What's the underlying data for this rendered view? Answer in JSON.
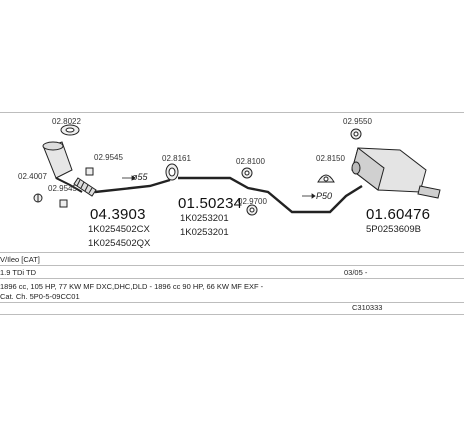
{
  "parts": {
    "p1": {
      "ref": "02.8022"
    },
    "p2": {
      "ref": "02.4007"
    },
    "p3": {
      "ref": "02.9545"
    },
    "p4": {
      "ref": "02.9545"
    },
    "p5": {
      "main": "04.3903",
      "oe": [
        "1K0254502CX",
        "1K0254502QX"
      ]
    },
    "p6": {
      "ref": "02.8161"
    },
    "p7": {
      "main": "01.50234",
      "oe": [
        "1K0253201",
        "1K0253201"
      ]
    },
    "p8": {
      "ref": "02.8100"
    },
    "p9": {
      "ref": "02.9700"
    },
    "p10": {
      "ref": "02.8150"
    },
    "p11": {
      "ref": "02.9550"
    },
    "p12": {
      "main": "01.60476",
      "oe": [
        "5P0253609B"
      ]
    }
  },
  "dims": {
    "d1": "ø55",
    "d2": "P50"
  },
  "specs": {
    "row1": "V/Ileo [CAT]",
    "row2": "1.9 TDi TD",
    "row2_date": "03/05 -",
    "row3": "1896 cc, 105 HP, 77 KW MF DXC,DHC,DLD - 1896 cc 90 HP, 66 KW MF EXF -",
    "row4": "Cat. Ch. 5P0-5-09CC01",
    "row5_code": "C310333"
  }
}
